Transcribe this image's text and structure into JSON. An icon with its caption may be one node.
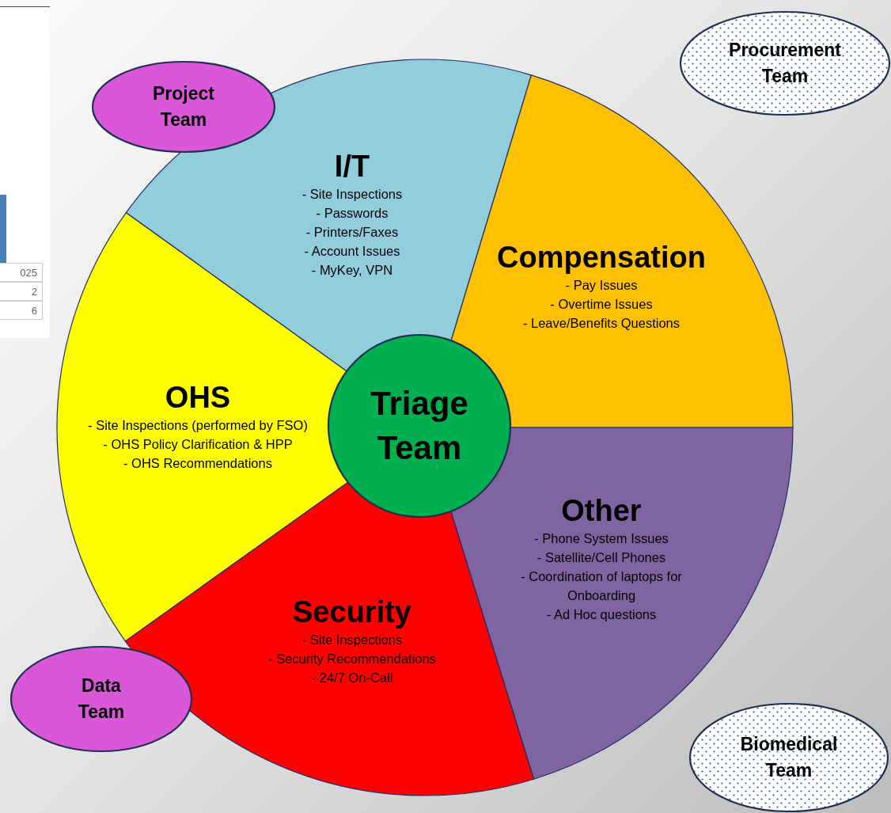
{
  "diagram": {
    "nodes": [
      {
        "text": [
          "Project Team"
        ]
      },
      {
        "text": [
          "Procurement Team"
        ]
      },
      {
        "text": [
          "I/T",
          "- Site Inspections",
          "- Passwords",
          "- Printers/Faxes",
          "- Account Issues",
          "- MyKey, VPN"
        ]
      },
      {
        "text": [
          "Compensation",
          "- Pay Issues",
          "- Overtime Issues",
          "- Leave/Benefits Questions"
        ]
      },
      {
        "text": [
          "OHS",
          "- Site Inspections (performed by FSO)",
          "- OHS Policy Clarification & HPP",
          "- OHS Recommendations"
        ]
      },
      {
        "text": [
          "Triage Team"
        ]
      },
      {
        "text": [
          "Other",
          "- Phone System Issues",
          "- Satellite/Cell Phones",
          "- Coordination of laptops for Onboarding",
          "- Ad Hoc questions"
        ]
      },
      {
        "text": [
          "Security",
          "- Site Inspections",
          "- Security Recommendations",
          "- 24/7 On-Call"
        ]
      },
      {
        "text": [
          "Data Team"
        ]
      },
      {
        "text": [
          "Biomedical Team"
        ]
      }
    ],
    "edges": [],
    "labels": [
      "025",
      "2",
      "6"
    ]
  }
}
